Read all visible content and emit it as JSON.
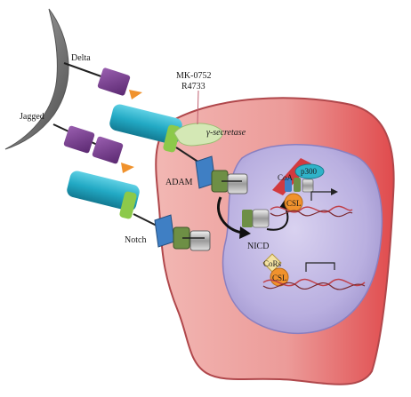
{
  "labels": {
    "delta": "Delta",
    "jagged": "Jagged",
    "notch": "Notch",
    "adam": "ADAM",
    "inhibitor_line1": "MK-0752",
    "inhibitor_line2": "R4733",
    "gamma_secretase": "γ-secretase",
    "nicd": "NICD",
    "coa": "CoA",
    "p300": "p300",
    "csl_active": "CSL",
    "cors": "CoRs",
    "csl_repressed": "CSL"
  },
  "colors": {
    "cell": "#e98f90",
    "cell_edge": "#d94a4c",
    "nucleus": "#b8aede",
    "ligand_cube": "#7a3d8c",
    "ligand_tip": "#f0922d",
    "receptor_cyl": "#23a7c2",
    "receptor_cap": "#7fc241",
    "adam_blue": "#3f7fc4",
    "green_domain": "#5e7e3a",
    "gamma_secretase": "#cfe3b0",
    "presenting_cell": "#8a8a8a",
    "dna": "#c0404a"
  }
}
